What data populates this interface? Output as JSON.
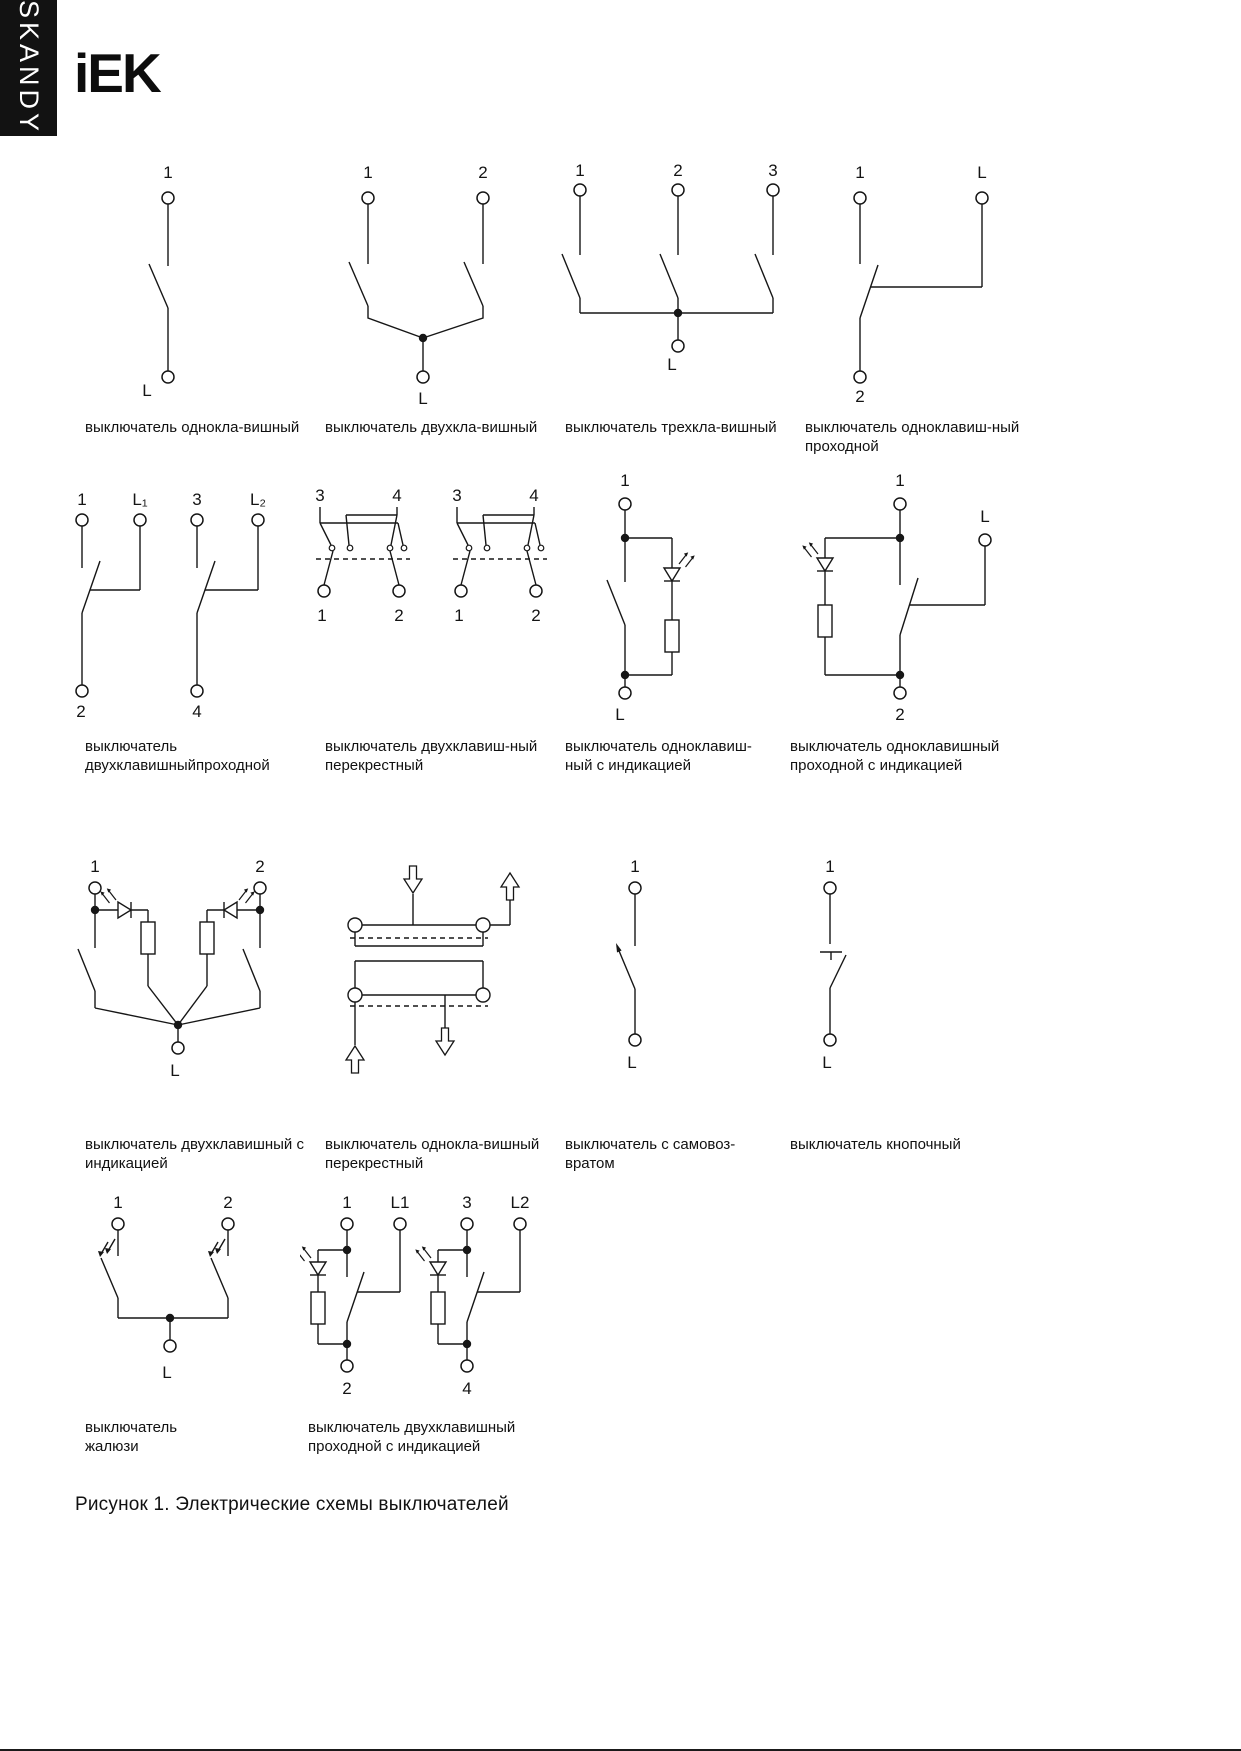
{
  "brand": {
    "sidebar_text": "SKANDY",
    "logo_text": "iEK"
  },
  "colors": {
    "ink": "#161616",
    "sidebar_bg": "#121212",
    "page_bg": "#ffffff"
  },
  "figure_caption": "Рисунок 1. Электрические схемы выключателей",
  "diagrams": [
    {
      "caption_lines": [
        "выключатель однокла-вишный"
      ],
      "labels": [
        "1",
        "L"
      ]
    },
    {
      "caption_lines": [
        "выключатель двухкла-вишный"
      ],
      "labels": [
        "1",
        "2",
        "L"
      ]
    },
    {
      "caption_lines": [
        "выключатель трехкла-вишный"
      ],
      "labels": [
        "1",
        "2",
        "3",
        "L"
      ]
    },
    {
      "caption_lines": [
        "выключатель одноклавиш-ный",
        "проходной"
      ],
      "labels": [
        "1",
        "L",
        "2"
      ]
    },
    {
      "caption_lines": [
        "выключатель",
        "двухклавишныйпроходной"
      ],
      "labels": [
        "1",
        "L₁",
        "3",
        "L₂",
        "2",
        "4"
      ]
    },
    {
      "caption_lines": [
        "выключатель двухклавиш-ный",
        "перекрестный"
      ],
      "labels": [
        "3",
        "4",
        "1",
        "2"
      ]
    },
    {
      "caption_lines": [
        "выключатель одноклавиш-",
        "ный с индикацией"
      ],
      "labels": [
        "1",
        "L"
      ]
    },
    {
      "caption_lines": [
        "выключатель одноклавишный",
        "проходной с индикацией"
      ],
      "labels": [
        "1",
        "L",
        "2"
      ]
    },
    {
      "caption_lines": [
        "выключатель двухклавишный с",
        "индикацией"
      ],
      "labels": [
        "1",
        "2",
        "L"
      ]
    },
    {
      "caption_lines": [
        "выключатель однокла-вишный",
        "перекрестный"
      ],
      "labels": []
    },
    {
      "caption_lines": [
        "выключатель с самовоз-",
        "вратом"
      ],
      "labels": [
        "1",
        "L"
      ]
    },
    {
      "caption_lines": [
        "выключатель кнопочный"
      ],
      "labels": [
        "1",
        "L"
      ]
    },
    {
      "caption_lines": [
        "выключатель",
        "жалюзи"
      ],
      "labels": [
        "1",
        "2",
        "L"
      ]
    },
    {
      "caption_lines": [
        "выключатель двухклавишный",
        "проходной с индикацией"
      ],
      "labels": [
        "1",
        "L1",
        "2",
        "3",
        "L2",
        "4"
      ]
    }
  ]
}
